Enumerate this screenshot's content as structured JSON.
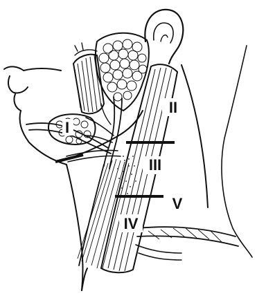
{
  "figure": {
    "level_labels": {
      "I": "I",
      "II": "II",
      "III": "III",
      "IV": "IV",
      "V": "V"
    }
  }
}
